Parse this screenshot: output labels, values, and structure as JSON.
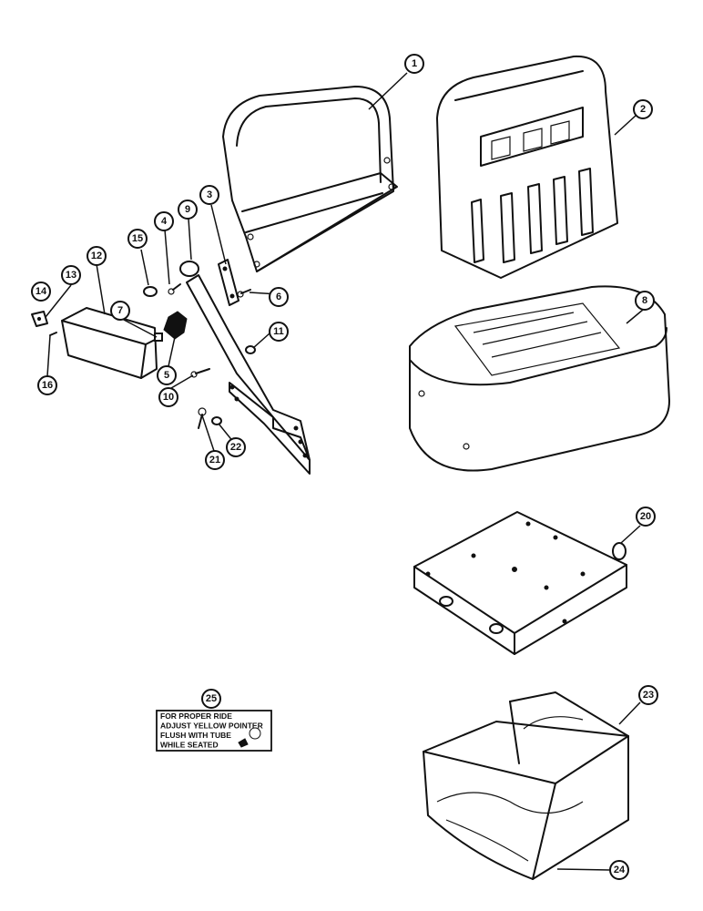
{
  "callouts": {
    "c1": "1",
    "c2": "2",
    "c3": "3",
    "c4": "4",
    "c5": "5",
    "c6": "6",
    "c7": "7",
    "c8": "8",
    "c9": "9",
    "c10": "10",
    "c11": "11",
    "c12": "12",
    "c13": "13",
    "c14": "14",
    "c15": "15",
    "c16": "16",
    "c20": "20",
    "c21": "21",
    "c22": "22",
    "c23": "23",
    "c24": "24",
    "c25": "25"
  },
  "decal": {
    "line1": "FOR PROPER RIDE",
    "line2": "ADJUST YELLOW POINTER",
    "line3": "FLUSH WITH TUBE",
    "line4": "WHILE SEATED"
  }
}
